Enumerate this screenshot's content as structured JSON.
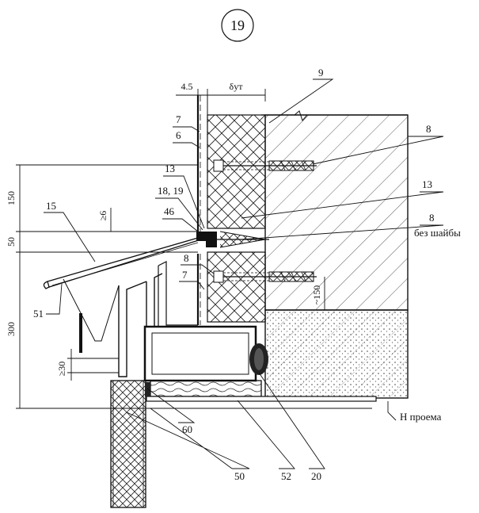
{
  "sheet_number": "19",
  "dimensions": {
    "d_4_5": "4.5",
    "d_delta": "δут",
    "d_150": "150",
    "d_50": "50",
    "d_300": "300",
    "d_ge6": "≥6",
    "d_ge30": "≥30",
    "d_150b": "~150"
  },
  "callouts": {
    "c9": "9",
    "c7a": "7",
    "c6": "6",
    "c8a": "8",
    "c13a": "13",
    "c1819": "18, 19",
    "c13b": "13",
    "c15": "15",
    "c46": "46",
    "c8b": "8",
    "c8b_note": "без шайбы",
    "c8c": "8",
    "c7b": "7",
    "c51": "51",
    "c60": "60",
    "c50": "50",
    "c52": "52",
    "c20": "20",
    "opening_level": "Н проема"
  }
}
